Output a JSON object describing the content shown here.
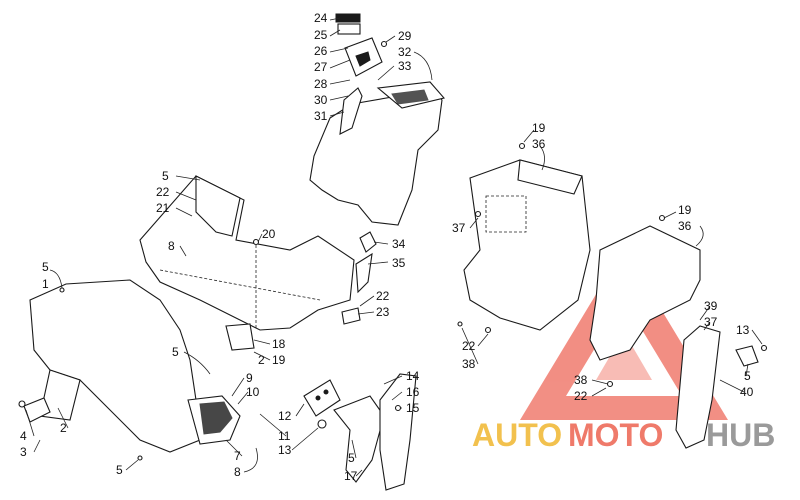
{
  "diagram": {
    "callouts": [
      {
        "id": "c24",
        "text": "24"
      },
      {
        "id": "c25",
        "text": "25"
      },
      {
        "id": "c26",
        "text": "26"
      },
      {
        "id": "c27",
        "text": "27"
      },
      {
        "id": "c28",
        "text": "28"
      },
      {
        "id": "c30",
        "text": "30"
      },
      {
        "id": "c31",
        "text": "31"
      },
      {
        "id": "c29",
        "text": "29"
      },
      {
        "id": "c32",
        "text": "32"
      },
      {
        "id": "c33",
        "text": "33"
      },
      {
        "id": "c34",
        "text": "34"
      },
      {
        "id": "c35",
        "text": "35"
      },
      {
        "id": "c5a",
        "text": "5"
      },
      {
        "id": "c22a",
        "text": "22"
      },
      {
        "id": "c21",
        "text": "21"
      },
      {
        "id": "c8a",
        "text": "8"
      },
      {
        "id": "c20",
        "text": "20"
      },
      {
        "id": "c5b",
        "text": "5"
      },
      {
        "id": "c1",
        "text": "1"
      },
      {
        "id": "c22b",
        "text": "22"
      },
      {
        "id": "c23",
        "text": "23"
      },
      {
        "id": "c18",
        "text": "18"
      },
      {
        "id": "c2a",
        "text": "2"
      },
      {
        "id": "c19a",
        "text": "19"
      },
      {
        "id": "c5c",
        "text": "5"
      },
      {
        "id": "c9",
        "text": "9"
      },
      {
        "id": "c10",
        "text": "10"
      },
      {
        "id": "c12",
        "text": "12"
      },
      {
        "id": "c11",
        "text": "11"
      },
      {
        "id": "c13a",
        "text": "13"
      },
      {
        "id": "c7",
        "text": "7"
      },
      {
        "id": "c8b",
        "text": "8"
      },
      {
        "id": "c4",
        "text": "4"
      },
      {
        "id": "c2b",
        "text": "2"
      },
      {
        "id": "c3",
        "text": "3"
      },
      {
        "id": "c5d",
        "text": "5"
      },
      {
        "id": "c14",
        "text": "14"
      },
      {
        "id": "c16",
        "text": "16"
      },
      {
        "id": "c15",
        "text": "15"
      },
      {
        "id": "c5e",
        "text": "5"
      },
      {
        "id": "c17",
        "text": "17"
      },
      {
        "id": "c19b",
        "text": "19"
      },
      {
        "id": "c36a",
        "text": "36"
      },
      {
        "id": "c37a",
        "text": "37"
      },
      {
        "id": "c22c",
        "text": "22"
      },
      {
        "id": "c38a",
        "text": "38"
      },
      {
        "id": "c19c",
        "text": "19"
      },
      {
        "id": "c36b",
        "text": "36"
      },
      {
        "id": "c39",
        "text": "39"
      },
      {
        "id": "c37b",
        "text": "37"
      },
      {
        "id": "c13b",
        "text": "13"
      },
      {
        "id": "c5f",
        "text": "5"
      },
      {
        "id": "c40",
        "text": "40"
      },
      {
        "id": "c38b",
        "text": "38"
      },
      {
        "id": "c22d",
        "text": "22"
      }
    ]
  },
  "watermark": {
    "part1": "AUTO",
    "part2": "MOTO",
    "part3": "HUB",
    "color_auto": "#f2c14e",
    "color_moto": "#ef7a6a",
    "color_hub": "#9a9a9a",
    "triangle_color": "#f07b6e"
  }
}
